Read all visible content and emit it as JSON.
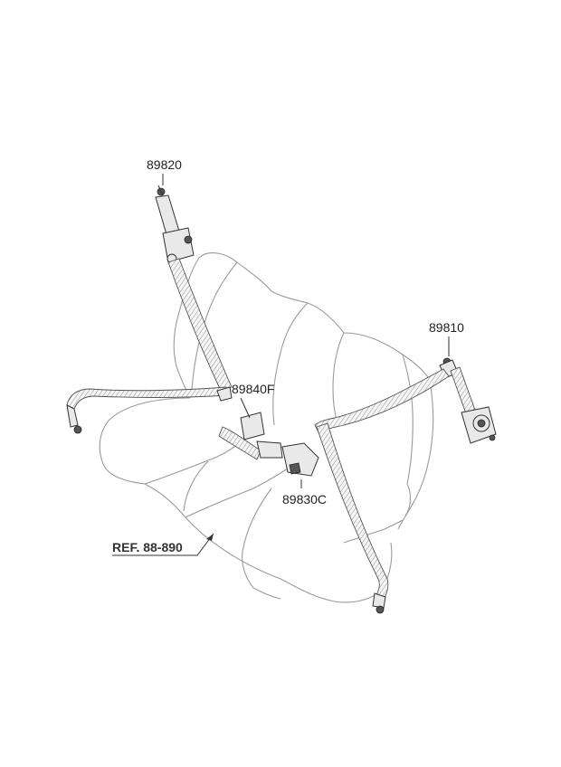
{
  "labels": {
    "p89820": "89820",
    "p89810": "89810",
    "p89840F": "89840F",
    "p89830C": "89830C",
    "ref": "REF. 88-890"
  },
  "colors": {
    "line": "#333333",
    "seat_outline": "#9a9a9a",
    "belt_fill": "#f4f4f4",
    "background": "#ffffff"
  }
}
